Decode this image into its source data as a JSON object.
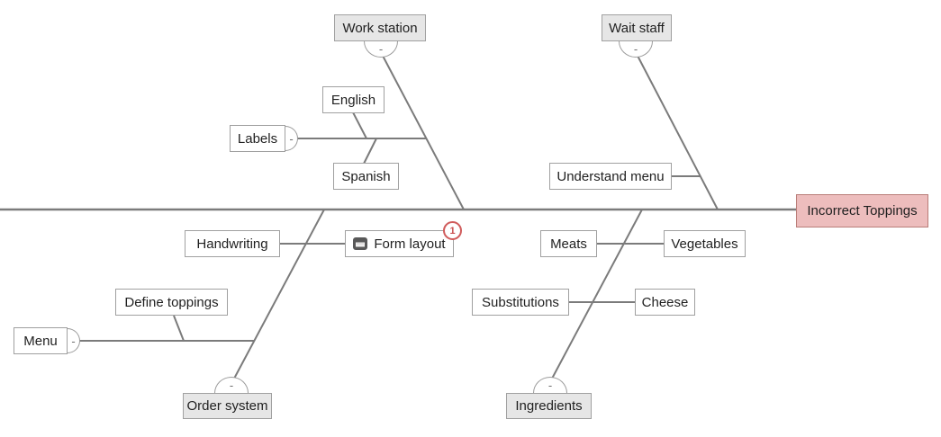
{
  "ui": {
    "collapse_glyph": "-"
  },
  "colors": {
    "line": "#7b7b7b",
    "box_border": "#a0a0a0",
    "category_fill": "#e6e6e6",
    "effect_fill": "#edbdbd",
    "effect_border": "#b97d78",
    "badge_red": "#d05c5c"
  },
  "nodes": {
    "work_station": {
      "label": "Work station"
    },
    "wait_staff": {
      "label": "Wait staff"
    },
    "order_system": {
      "label": "Order system"
    },
    "ingredients": {
      "label": "Ingredients"
    },
    "labels": {
      "label": "Labels"
    },
    "english": {
      "label": "English"
    },
    "spanish": {
      "label": "Spanish"
    },
    "understand_menu": {
      "label": "Understand menu"
    },
    "handwriting": {
      "label": "Handwriting"
    },
    "form_layout": {
      "label": "Form layout",
      "badge": "1",
      "icon": "note-icon"
    },
    "meats": {
      "label": "Meats"
    },
    "vegetables": {
      "label": "Vegetables"
    },
    "define_toppings": {
      "label": "Define toppings"
    },
    "menu": {
      "label": "Menu"
    },
    "substitutions": {
      "label": "Substitutions"
    },
    "cheese": {
      "label": "Cheese"
    },
    "effect": {
      "label": "Incorrect Toppings"
    }
  },
  "hierarchy": {
    "effect": "Incorrect Toppings",
    "branches": [
      {
        "name": "Work station",
        "position": "top",
        "causes": [
          {
            "name": "Labels",
            "causes": [
              "English",
              "Spanish"
            ]
          }
        ]
      },
      {
        "name": "Wait staff",
        "position": "top",
        "causes": [
          "Understand menu"
        ]
      },
      {
        "name": "Order system",
        "position": "bottom",
        "causes": [
          "Handwriting",
          "Form layout",
          {
            "name": "Menu",
            "causes": [
              "Define toppings"
            ]
          }
        ]
      },
      {
        "name": "Ingredients",
        "position": "bottom",
        "causes": [
          "Meats",
          "Vegetables",
          "Substitutions",
          "Cheese"
        ]
      }
    ]
  }
}
